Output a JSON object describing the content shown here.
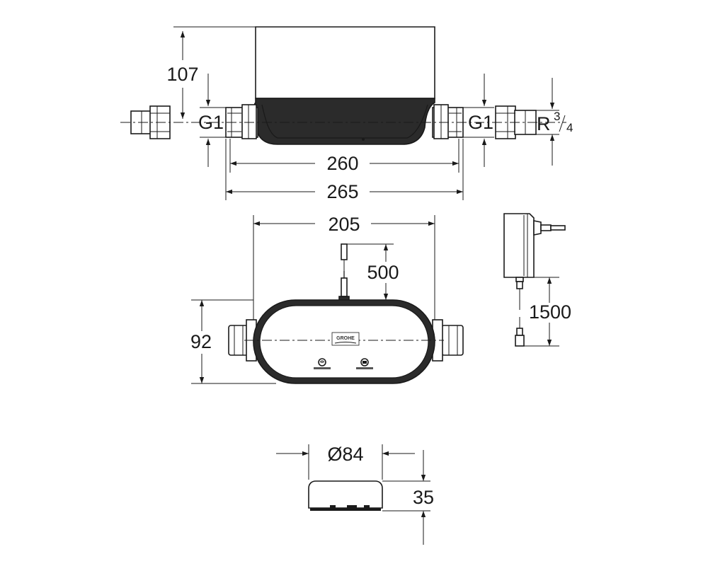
{
  "drawing": {
    "colors": {
      "ink": "#1a1a1a",
      "paper": "#ffffff",
      "dark_fill": "#2b2b2b"
    },
    "front_view": {
      "height_label": "107",
      "inlet_thread_label": "G1",
      "outlet_thread_label": "G1",
      "connector_thread_label": "R",
      "connector_fraction_num": "3",
      "connector_fraction_den": "4",
      "body_width_label": "260",
      "overall_width_label": "265"
    },
    "top_view": {
      "width_label": "205",
      "cable_label": "500",
      "depth_label": "92",
      "brand_logo": "GROHE",
      "wifi_button_icon": "wifi-icon",
      "reset_button_icon": "reset-icon"
    },
    "power_adapter": {
      "cable_length_label": "1500",
      "icon": "power-plug-icon"
    },
    "sensor_view": {
      "diameter_label": "Ø84",
      "height_label": "35"
    }
  }
}
